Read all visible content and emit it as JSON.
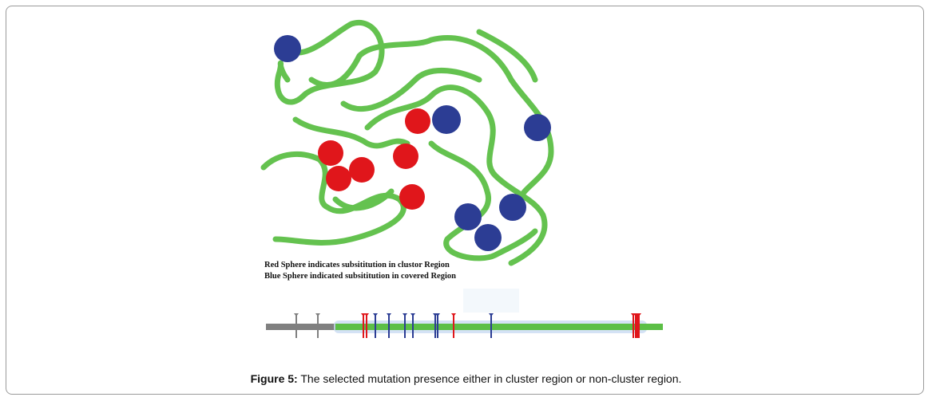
{
  "figure": {
    "legend": [
      "Red Sphere indicates subsititution in clustor Region",
      "Blue Sphere indicated subsititution in covered Region"
    ],
    "caption_label": "Figure 5:",
    "caption_text": " The selected mutation presence either in cluster region or non-cluster region.",
    "colors": {
      "ribbon": "#5cbf46",
      "red_sphere": "#e0161b",
      "blue_sphere": "#2c3d94",
      "gray_track": "#808080",
      "cluster_box": "#c9dbf2"
    }
  }
}
